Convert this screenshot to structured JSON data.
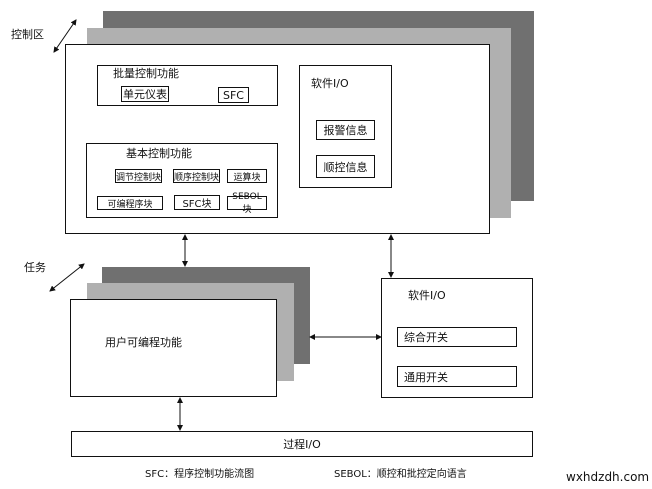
{
  "labels": {
    "control_area": "控制区",
    "task": "任务"
  },
  "top_group": {
    "batch_control": {
      "title": "批量控制功能",
      "unit_meter": "单元仪表",
      "sfc": "SFC"
    },
    "software_io": {
      "title": "软件I/O",
      "alarm_info": "报警信息",
      "sequence_info": "顺控信息"
    },
    "basic_control": {
      "title": "基本控制功能",
      "regulation_control": "调节控制块",
      "sequence_control": "顺序控制块",
      "calculation": "运算块",
      "programmable": "可编程序块",
      "sfc_block": "SFC块",
      "sebol_block": "SEBOL块"
    }
  },
  "user_programmable": "用户可编程功能",
  "software_io_bottom": {
    "title": "软件I/O",
    "composite_switch": "综合开关",
    "general_switch": "通用开关"
  },
  "process_io": "过程I/O",
  "footnotes": {
    "sfc": "SFC：程序控制功能流图",
    "sebol": "SEBOL：顺控和批控定向语言"
  },
  "watermark": "wxhdzdh.com"
}
